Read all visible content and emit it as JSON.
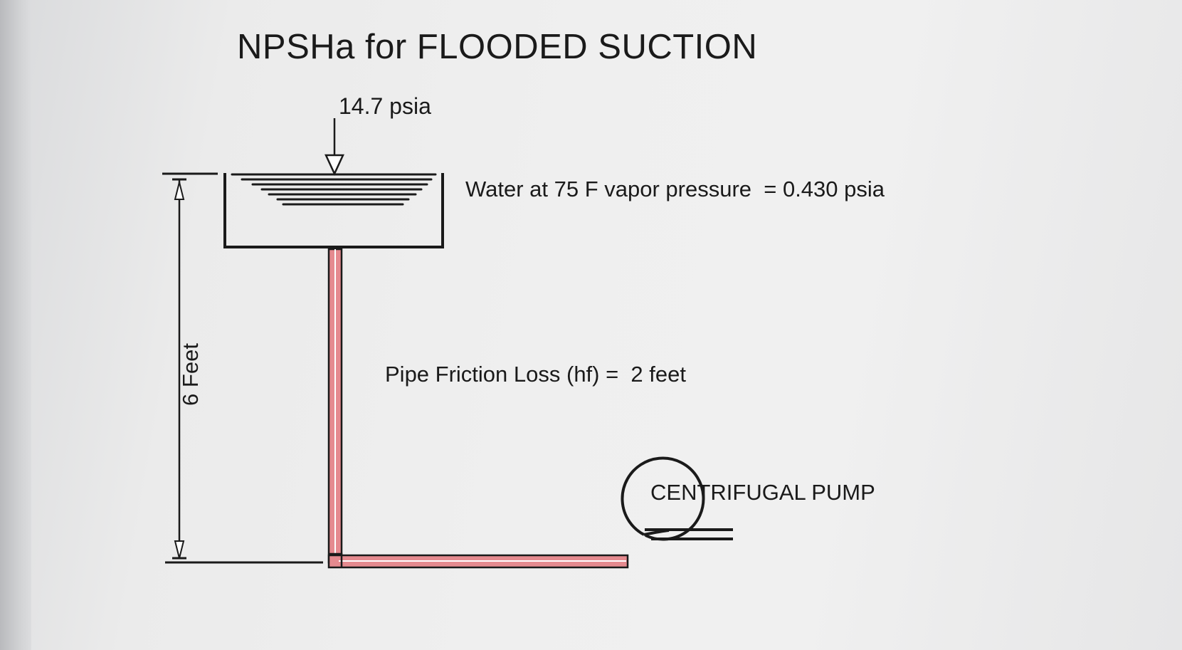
{
  "diagram": {
    "title": "NPSHa for FLOODED SUCTION",
    "atmospheric_pressure": "14.7 psia",
    "fluid_note": "Water at 75 F vapor pressure  = 0.430 psia",
    "friction_note": "Pipe Friction Loss (hf) =  2 feet",
    "pump_label": "CENTRIFUGAL PUMP",
    "height_label": "6 Feet"
  },
  "colors": {
    "line": "#1a1a1a",
    "pipe_fill": "#e58a8f",
    "background": "#eeeeee"
  }
}
